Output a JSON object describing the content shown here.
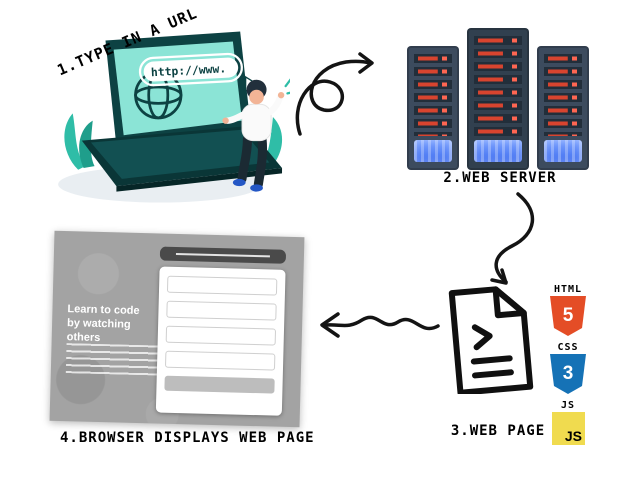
{
  "steps": {
    "step1": {
      "label": "1.TYPE IN A URL"
    },
    "step2": {
      "label": "2.WEB SERVER"
    },
    "step3": {
      "label": "3.WEB PAGE"
    },
    "step4": {
      "label": "4.BROWSER DISPLAYS WEB PAGE"
    }
  },
  "laptop": {
    "url_bar_text": "http://www."
  },
  "webpage_screenshot": {
    "heading": "Learn to code by watching others"
  },
  "tech_badges": {
    "html": {
      "label": "HTML",
      "shield_text": "5",
      "color": "#e44d26"
    },
    "css": {
      "label": "CSS",
      "shield_text": "3",
      "color": "#1572b6"
    },
    "js": {
      "label": "JS",
      "badge_text": "JS",
      "color": "#f0db4f"
    }
  },
  "icons": {
    "globe": "globe-wireframe-icon",
    "cursor": "hand-cursor-icon",
    "document": "code-document-icon",
    "arrows": [
      "loop-arrow",
      "s-curve-arrow",
      "zigzag-arrow"
    ]
  },
  "colors": {
    "laptop_dark_teal": "#0d4243",
    "laptop_screen_aqua": "#8be4d6",
    "accent_teal": "#2fbda7",
    "server_body": "#3c4b5e",
    "server_led_red": "#d8442f",
    "server_base_blue": "#3f6ef0",
    "ink": "#141414"
  }
}
